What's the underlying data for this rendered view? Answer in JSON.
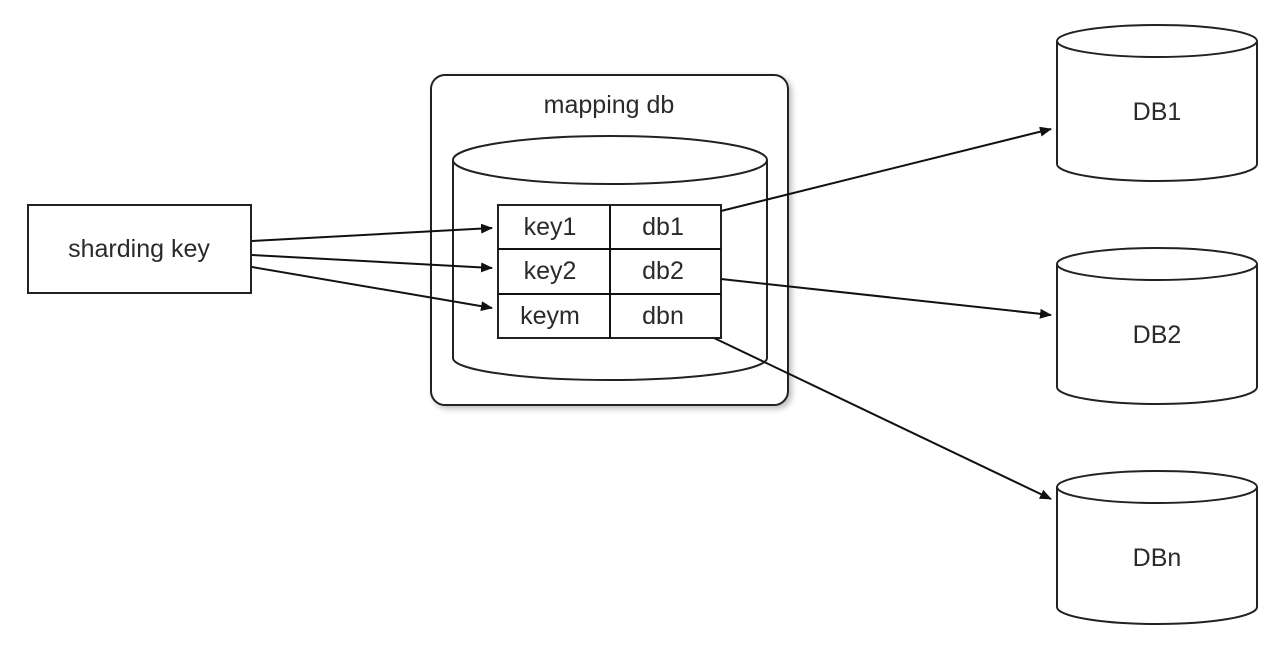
{
  "sharding_key": {
    "label": "sharding key"
  },
  "mapping_db": {
    "title": "mapping db",
    "rows": [
      {
        "key": "key1",
        "db": "db1"
      },
      {
        "key": "key2",
        "db": "db2"
      },
      {
        "key": "keym",
        "db": "dbn"
      }
    ]
  },
  "databases": [
    {
      "label": "DB1"
    },
    {
      "label": "DB2"
    },
    {
      "label": "DBn"
    }
  ]
}
